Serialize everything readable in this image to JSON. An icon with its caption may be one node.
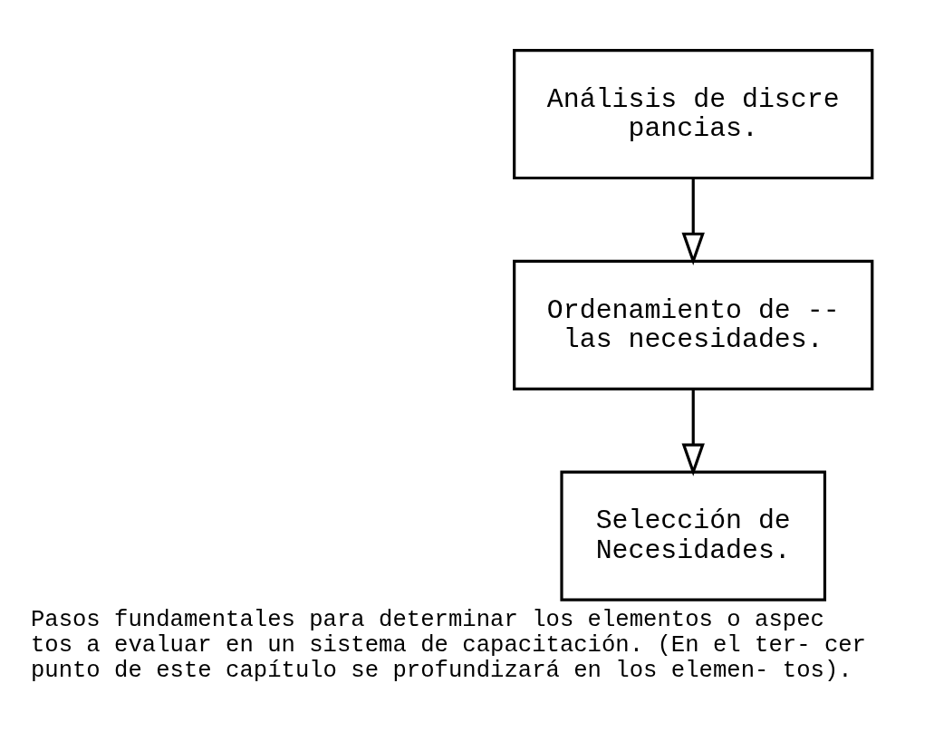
{
  "diagram": {
    "caption": "Pasos fundamentales para determinar los elementos o aspec tos a evaluar en un sistema de capacitación. (En el ter- cer punto de este capítulo se profundizará en los elemen- tos).",
    "nodes": [
      {
        "text": [
          "Análisis de discre pancias."
        ]
      },
      {
        "text": [
          "Ordenamiento de -- las necesidades."
        ]
      },
      {
        "text": [
          "Selección de Necesidades."
        ]
      }
    ],
    "edges": [
      {
        "from": 0,
        "to": 1,
        "arrow": "to"
      },
      {
        "from": 1,
        "to": 2,
        "arrow": "to"
      }
    ]
  }
}
